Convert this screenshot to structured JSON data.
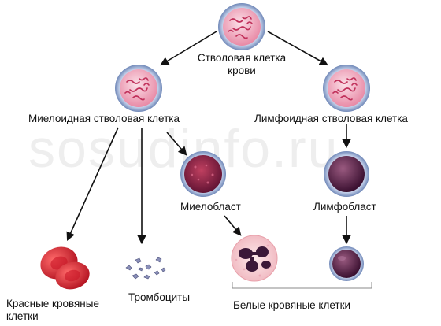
{
  "diagram": {
    "watermark": "sosudinfo.ru",
    "labels": {
      "blood_stem_cell_line1": "Стволовая клетка",
      "blood_stem_cell_line2": "крови",
      "myeloid_stem_cell": "Миелоидная стволовая клетка",
      "lymphoid_stem_cell": "Лимфоидная стволовая клетка",
      "myeloblast": "Миелобласт",
      "lymphoblast": "Лимфобласт",
      "red_cells_line1": "Красные кровяные",
      "red_cells_line2": "клетки",
      "platelets": "Тромбоциты",
      "white_cells": "Белые кровяные клетки"
    },
    "colors": {
      "stem_cell_fill": "#f2b8c8",
      "stem_cell_granule": "#c0305a",
      "stem_cell_ring": "#8ea4cc",
      "red_cell": "#d8222e",
      "blast_nucleus": "#5a2042",
      "neutrophil_nucleus": "#3b1838",
      "arrow": "#111111"
    }
  }
}
